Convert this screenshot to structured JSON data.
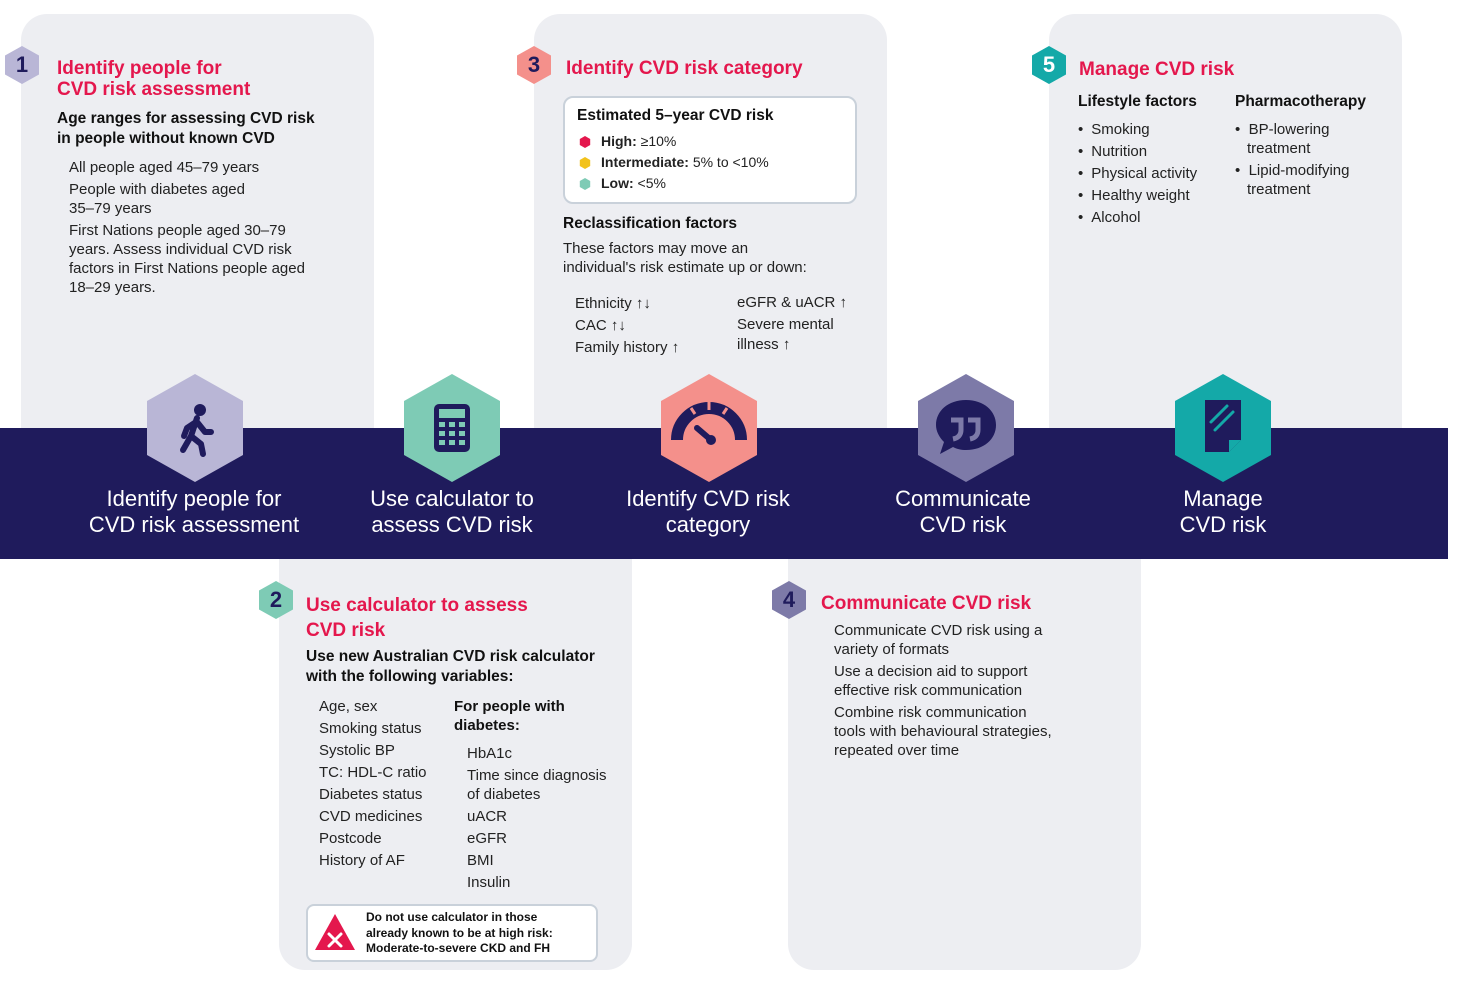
{
  "colors": {
    "band": "#1f1b5c",
    "title_red": "#e4174d",
    "card_bg": "#edeef2",
    "step1": "#b9b6d6",
    "step2": "#7ecbb5",
    "step3": "#f4908b",
    "step4": "#7d7aa8",
    "step5": "#14a9a8",
    "risk_high": "#e4174d",
    "risk_intermediate": "#f2c21b",
    "risk_low": "#7ecbb5"
  },
  "band": {
    "steps": [
      {
        "label_line1": "Identify people for",
        "label_line2": "CVD risk assessment",
        "icon": "walking-person-icon"
      },
      {
        "label_line1": "Use calculator to",
        "label_line2": "assess CVD risk",
        "icon": "calculator-icon"
      },
      {
        "label_line1": "Identify CVD risk",
        "label_line2": "category",
        "icon": "gauge-icon"
      },
      {
        "label_line1": "Communicate",
        "label_line2": "CVD risk",
        "icon": "speech-bubble-quote-icon"
      },
      {
        "label_line1": "Manage",
        "label_line2": "CVD risk",
        "icon": "document-pen-icon"
      }
    ]
  },
  "card1": {
    "number": "1",
    "title_line1": "Identify people for",
    "title_line2": "CVD risk assessment",
    "subtitle_line1": "Age ranges for assessing CVD risk",
    "subtitle_line2": "in people without known CVD",
    "items": [
      {
        "l1": "All people aged 45–79 years"
      },
      {
        "l1": "People with diabetes aged",
        "l2": "35–79 years"
      },
      {
        "l1": "First Nations people aged 30–79",
        "l2": "years.  Assess individual CVD risk",
        "l3": "factors in First Nations people aged",
        "l4": "18–29 years."
      }
    ]
  },
  "card2": {
    "number": "2",
    "title_line1": "Use calculator to assess",
    "title_line2": "CVD risk",
    "subtitle_line1": "Use new Australian CVD risk calculator",
    "subtitle_line2": "with the following variables:",
    "variables": [
      "Age, sex",
      "Smoking status",
      "Systolic BP",
      "TC: HDL-C ratio",
      "Diabetes status",
      "CVD medicines",
      "Postcode",
      "History of AF"
    ],
    "diabetes_heading_line1": "For people with",
    "diabetes_heading_line2": "diabetes:",
    "diabetes_vars": [
      "HbA1c",
      "Time since diagnosis",
      "of diabetes",
      "uACR",
      "eGFR",
      "BMI",
      "Insulin"
    ],
    "warning_line1": "Do not use calculator in those",
    "warning_line2": "already known to be at high risk:",
    "warning_line3": "Moderate-to-severe CKD and FH",
    "warning_icon": "warning-cross-icon"
  },
  "card3": {
    "number": "3",
    "title": "Identify CVD risk category",
    "box_title": "Estimated 5–year CVD risk",
    "risk": [
      {
        "label": "High:",
        "value": "≥10%"
      },
      {
        "label": "Intermediate:",
        "value": "5% to <10%"
      },
      {
        "label": "Low:",
        "value": "<5%"
      }
    ],
    "reclass_title": "Reclassification factors",
    "reclass_text_line1": "These factors may move an",
    "reclass_text_line2": "individual's risk estimate up or down:",
    "factors_left": [
      {
        "name": "Ethnicity",
        "arrows": "↑↓"
      },
      {
        "name": "CAC",
        "arrows": "↑↓"
      },
      {
        "name": "Family history",
        "arrows": "↑"
      }
    ],
    "factors_right": [
      {
        "name": "eGFR & uACR",
        "arrows": "↑"
      },
      {
        "name": "Severe mental",
        "arrows": ""
      },
      {
        "name": "illness",
        "arrows": "↑"
      }
    ]
  },
  "card4": {
    "number": "4",
    "title": "Communicate CVD risk",
    "items": [
      {
        "l1": "Communicate CVD risk using a",
        "l2": "variety of formats"
      },
      {
        "l1": "Use a decision aid to support",
        "l2": "effective risk communication"
      },
      {
        "l1": "Combine risk communication",
        "l2": "tools with behavioural strategies,",
        "l3": "repeated over time"
      }
    ]
  },
  "card5": {
    "number": "5",
    "title": "Manage CVD risk",
    "lifestyle_heading": "Lifestyle factors",
    "lifestyle": [
      "Smoking",
      "Nutrition",
      "Physical activity",
      "Healthy weight",
      "Alcohol"
    ],
    "pharma_heading": "Pharmacotherapy",
    "pharma": [
      {
        "l1": "BP-lowering",
        "l2": "treatment"
      },
      {
        "l1": "Lipid-modifying",
        "l2": "treatment"
      }
    ]
  }
}
